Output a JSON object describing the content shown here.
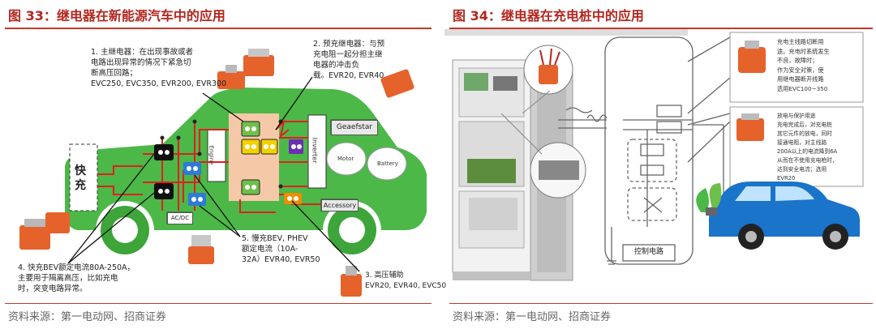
{
  "left": {
    "title": "图 33：继电器在新能源汽车中的应用",
    "source": "资料来源：第一电动网、招商证券",
    "labels": {
      "fast_charge": "快\n充",
      "acdc": "AC/DC",
      "inverter": "Inverter",
      "geaefstar": "Geaefstar",
      "motor": "Motor",
      "battery": "Battery",
      "accessory": "Accessory",
      "engine": "Engine"
    },
    "annotations": {
      "main_relay": "1. 主继电器：在出现事故或者\n电路出现异常的情况下紧急切\n断高压回路；\nEVC250, EVC350, EVR200, EVR300",
      "precharge_relay": "2. 预充继电器：与预\n充电阻一起分担主继\n电器的冲击负\n载。EVR20, EVR40",
      "hv_aux": "3. 高压辅助\nEVR20, EVR40, EVC50",
      "fast_charge_relay": "4. 快充BEV额定电流80A-250A，\n主要用于隔离高压，比如充电\n时，突变电路异常。",
      "slow_charge_relay": "5. 慢充BEV, PHEV\n额定电流（10A-\n32A）EVR40, EVR50"
    }
  },
  "right": {
    "title": "图 34：继电器在充电桩中的应用",
    "source": "资料来源：第一电动网、招商证券",
    "labels": {
      "control_circuit": "控制电路"
    },
    "annotations": {
      "main_line": "充电主线路切断用\n途。充电时系统发生\n不良，故障时；\n作为安全对策，使\n用继电器断开线路\n选用EVC100~350",
      "protection": "放电与保护用途\n充电完成后，对充电桩\n其它元件的放电，同时\n接通电阻，对主线路\n200A以上的电流降到6A\n从而在不使用充电枪时，\n达到安全电流；选用\nEVR20"
    }
  }
}
